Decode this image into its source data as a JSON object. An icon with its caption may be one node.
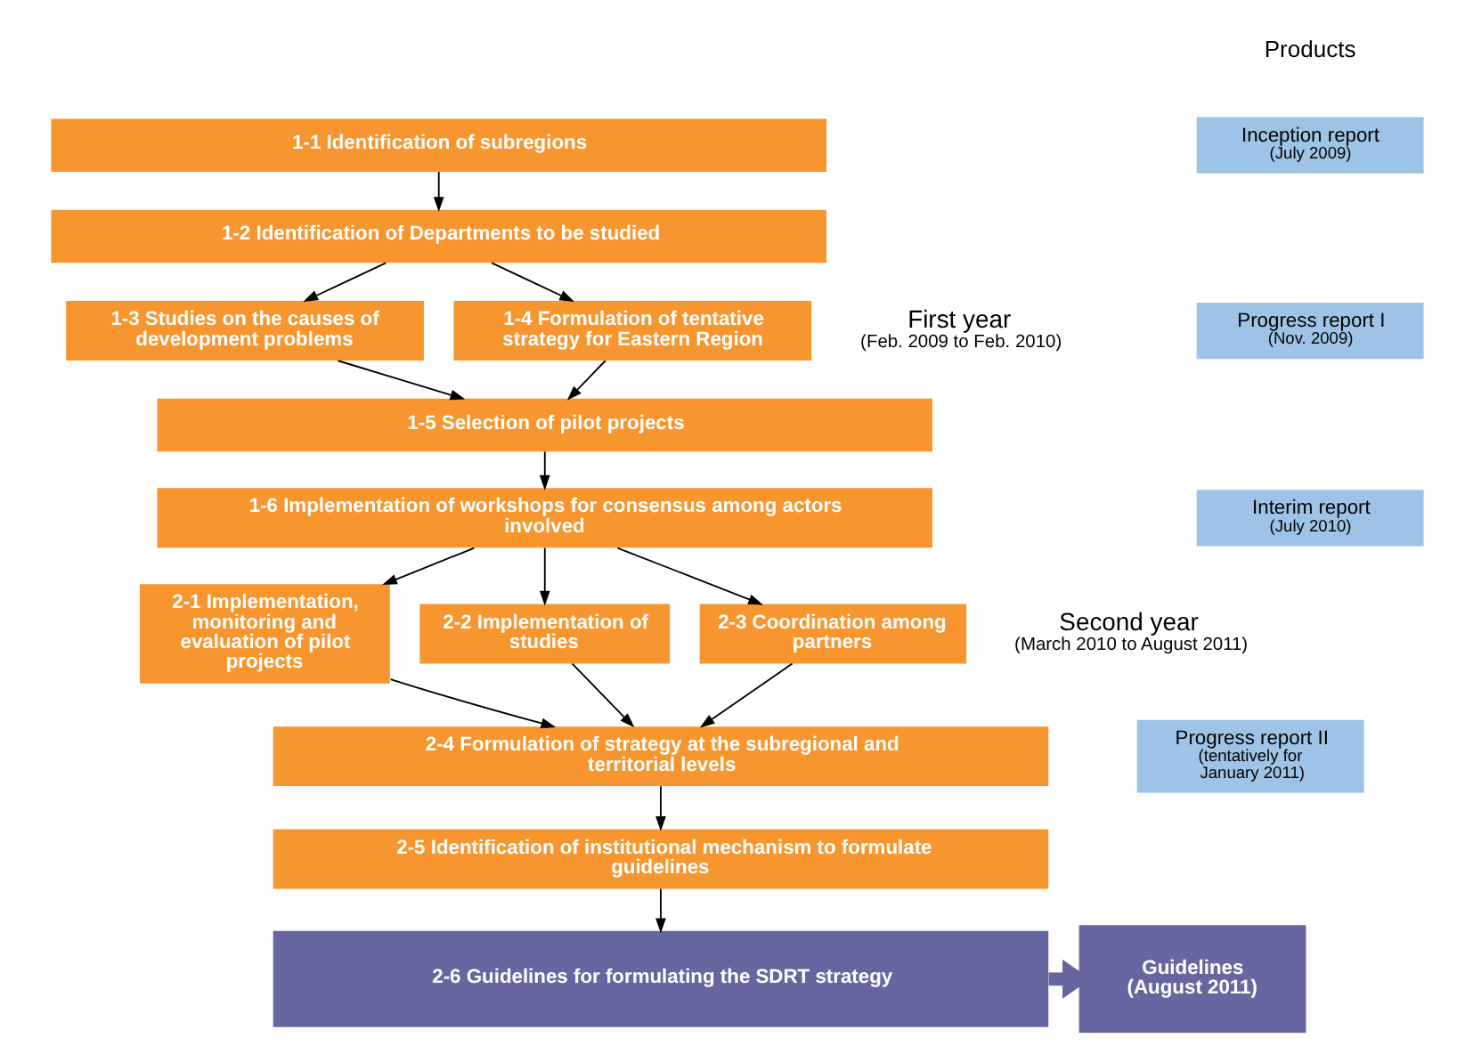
{
  "diagram": {
    "nodes": [
      {
        "text": [
          "1-1 Identification of subregions"
        ]
      },
      {
        "text": [
          "1-2 Identification of Departments to be studied"
        ]
      },
      {
        "text": [
          "1-3 Studies on the causes of development problems"
        ]
      },
      {
        "text": [
          "1-4 Formulation of tentative strategy for Eastern Region"
        ]
      },
      {
        "text": [
          "1-5 Selection of pilot projects"
        ]
      },
      {
        "text": [
          "1-6 Implementation of workshops for consensus among actors involved"
        ]
      },
      {
        "text": [
          "2-1 Implementation, monitoring and evaluation of pilot projects"
        ]
      },
      {
        "text": [
          "2-2 Implementation of studies"
        ]
      },
      {
        "text": [
          "2-3 Coordination among partners"
        ]
      },
      {
        "text": [
          "2-4 Formulation of strategy at the subregional and territorial levels"
        ]
      },
      {
        "text": [
          "2-5 Identification of institutional mechanism to formulate guidelines"
        ]
      },
      {
        "text": [
          "2-6 Guidelines for formulating the SDRT strategy"
        ]
      },
      {
        "text": [
          "Inception report",
          "(July 2009)"
        ]
      },
      {
        "text": [
          "Progress report I",
          "(Nov. 2009)"
        ]
      },
      {
        "text": [
          "Interim report",
          "(July 2010)"
        ]
      },
      {
        "text": [
          "Progress report II",
          "(tentatively for January 2011)"
        ]
      },
      {
        "text": [
          "Guidelines",
          "(August 2011)"
        ]
      }
    ],
    "edges": [
      {
        "from": 0,
        "to": 1,
        "arrow": "to"
      },
      {
        "from": 1,
        "to": 2,
        "arrow": "to"
      },
      {
        "from": 1,
        "to": 3,
        "arrow": "to"
      },
      {
        "from": 2,
        "to": 4,
        "arrow": "to"
      },
      {
        "from": 3,
        "to": 4,
        "arrow": "to"
      },
      {
        "from": 4,
        "to": 5,
        "arrow": "to"
      },
      {
        "from": 5,
        "to": 6,
        "arrow": "to"
      },
      {
        "from": 5,
        "to": 7,
        "arrow": "to"
      },
      {
        "from": 5,
        "to": 8,
        "arrow": "to"
      },
      {
        "from": 6,
        "to": 9,
        "arrow": "to"
      },
      {
        "from": 7,
        "to": 9,
        "arrow": "to"
      },
      {
        "from": 8,
        "to": 9,
        "arrow": "to"
      },
      {
        "from": 9,
        "to": 10,
        "arrow": "to"
      },
      {
        "from": 10,
        "to": 11,
        "arrow": "to"
      },
      {
        "from": 11,
        "to": 16,
        "arrow": "to",
        "style": "thick",
        "color": "#6667a0"
      }
    ],
    "labels": [
      "Products",
      "First year",
      "(Feb. 2009 to Feb. 2010)",
      "Second year",
      "(March 2010 to August 2011)"
    ]
  }
}
